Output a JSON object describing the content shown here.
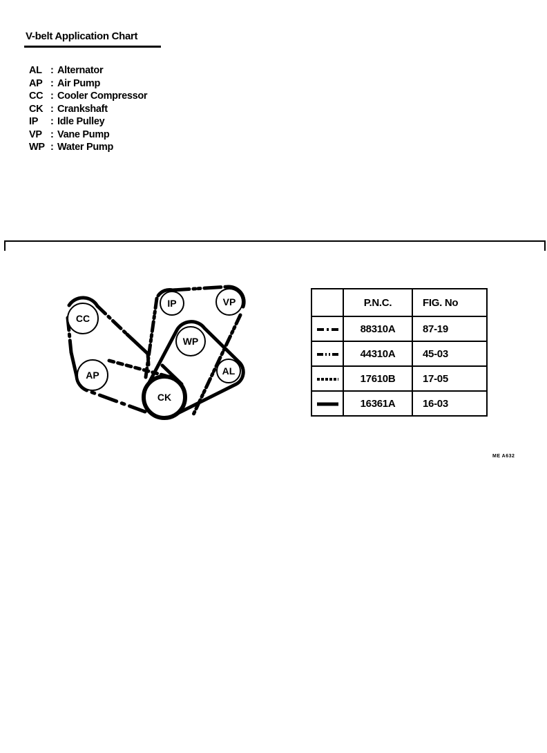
{
  "title": "V-belt Application Chart",
  "legend": [
    {
      "code": "AL",
      "sep": ":",
      "name": "Alternator"
    },
    {
      "code": "AP",
      "sep": ":",
      "name": "Air Pump"
    },
    {
      "code": "CC",
      "sep": ":",
      "name": "Cooler Compressor"
    },
    {
      "code": "CK",
      "sep": ":",
      "name": "Crankshaft"
    },
    {
      "code": "IP",
      "sep": ":",
      "name": "Idle Pulley"
    },
    {
      "code": "VP",
      "sep": ":",
      "name": "Vane Pump"
    },
    {
      "code": "WP",
      "sep": ":",
      "name": "Water Pump"
    }
  ],
  "diagram": {
    "pulleys": [
      {
        "id": "CC",
        "label": "CC"
      },
      {
        "id": "AP",
        "label": "AP"
      },
      {
        "id": "CK",
        "label": "CK"
      },
      {
        "id": "IP",
        "label": "IP"
      },
      {
        "id": "VP",
        "label": "VP"
      },
      {
        "id": "WP",
        "label": "WP"
      },
      {
        "id": "AL",
        "label": "AL"
      }
    ],
    "belts": [
      {
        "route": "CK-AP-CC",
        "line_style": "dash-dot",
        "pnc": "88310A"
      },
      {
        "route": "CK-IP-VP",
        "line_style": "dash-dot-dot",
        "pnc": "44310A"
      },
      {
        "route": "CK-AP",
        "line_style": "dashed",
        "pnc": "17610B"
      },
      {
        "route": "CK-WP-AL",
        "line_style": "solid",
        "pnc": "16361A"
      }
    ]
  },
  "table": {
    "headers": [
      "",
      "P.N.C.",
      "FIG. No"
    ],
    "rows": [
      {
        "line_style": "dash-dot",
        "pnc": "88310A",
        "fig": "87-19"
      },
      {
        "line_style": "dash-dot-dot",
        "pnc": "44310A",
        "fig": "45-03"
      },
      {
        "line_style": "dashed",
        "pnc": "17610B",
        "fig": "17-05"
      },
      {
        "line_style": "solid",
        "pnc": "16361A",
        "fig": "16-03"
      }
    ]
  },
  "code_mark": "ME  A632"
}
